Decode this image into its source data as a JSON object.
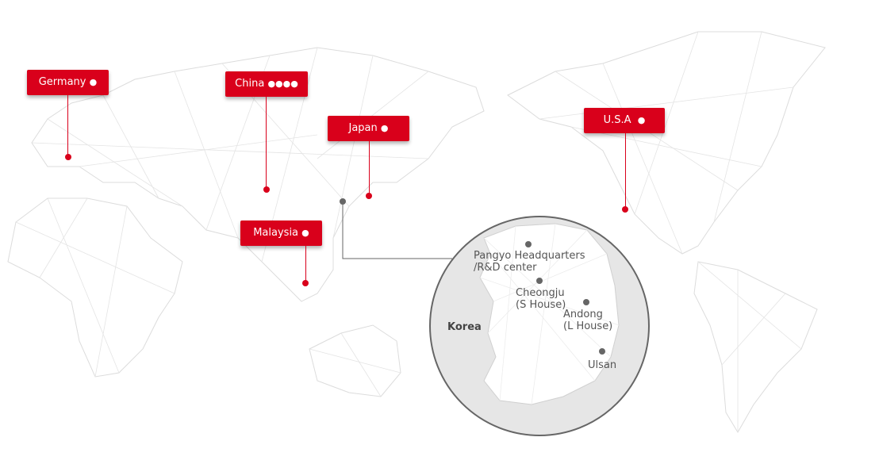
{
  "locations": {
    "germany": {
      "label": "Germany",
      "dots": "●"
    },
    "china": {
      "label": "China",
      "dots": "●●●●"
    },
    "japan": {
      "label": "Japan",
      "dots": "●"
    },
    "usa": {
      "label": "U.S.A",
      "dots": "●"
    },
    "malaysia": {
      "label": "Malaysia",
      "dots": "●"
    }
  },
  "korea": {
    "title": "Korea",
    "sites": [
      {
        "line1": "Pangyo Headquarters",
        "line2": "/R&D center"
      },
      {
        "line1": "Cheongju",
        "line2": "(S House)"
      },
      {
        "line1": "Andong",
        "line2": "(L House)"
      },
      {
        "line1": "Ulsan"
      }
    ]
  },
  "colors": {
    "accent": "#d9001b",
    "korea_marker": "#666666",
    "inset_bg": "#e6e6e6"
  }
}
